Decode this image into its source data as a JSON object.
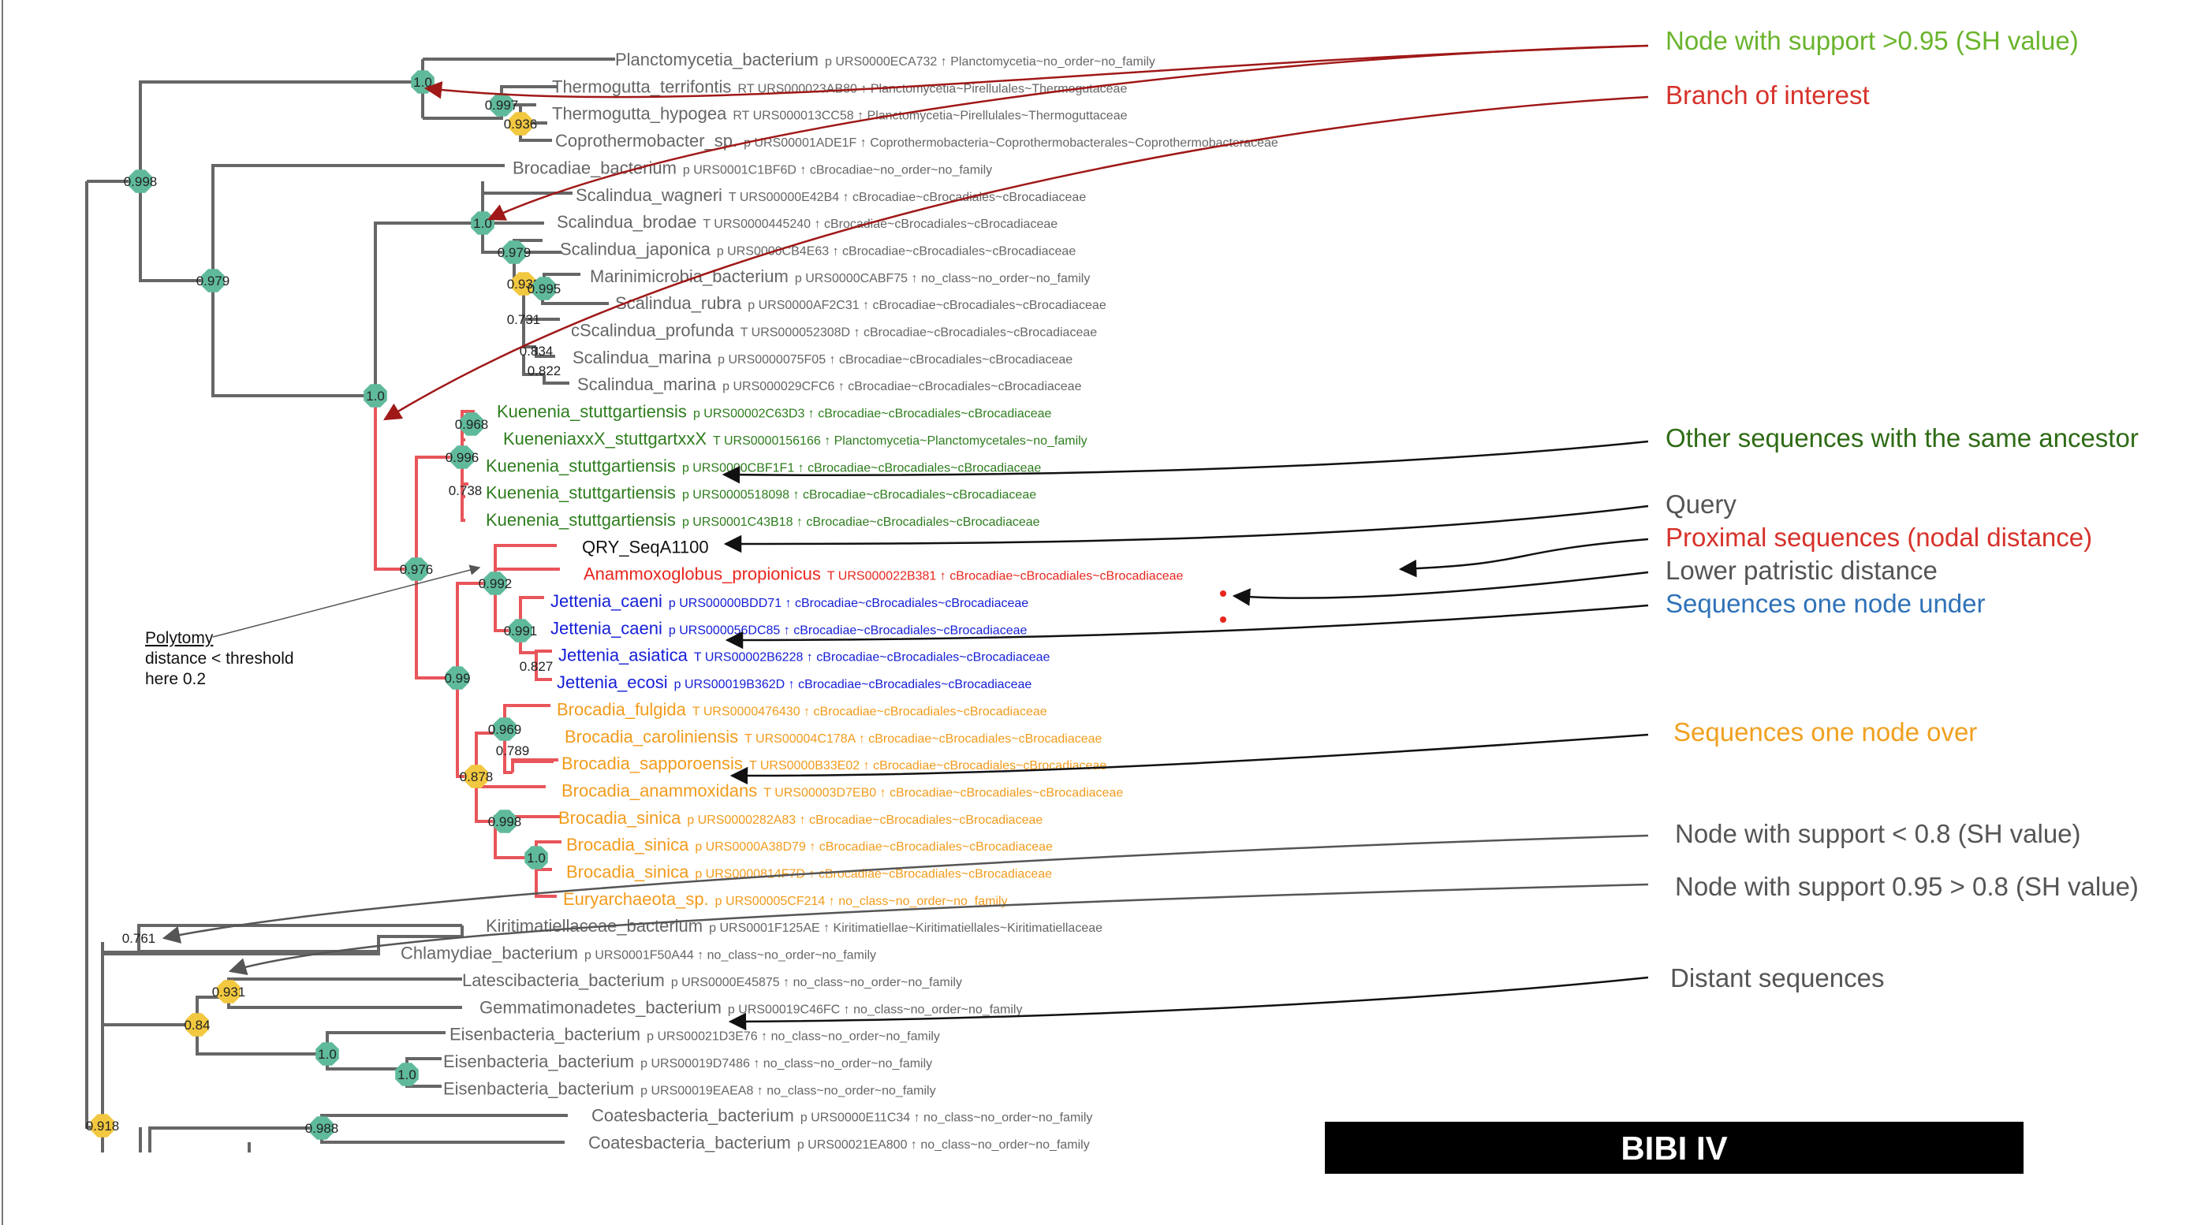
{
  "title": "BIBI IV",
  "colors": {
    "gray": "#666666",
    "black": "#111111",
    "green": "#2e7d1e",
    "red": "#e8261e",
    "blue": "#1620d6",
    "orange": "#f29b1c",
    "node_green": "#5fba9b",
    "node_yellow": "#f2c840",
    "branch_red": "#e8555a",
    "ann_green": "#6ab42d",
    "ann_red": "#d6322b",
    "ann_darkgreen": "#2e6b15",
    "ann_gray": "#555555",
    "ann_blue": "#2f72b8",
    "ann_orange": "#f0a020"
  },
  "taxa": [
    {
      "name": "Planctomycetia_bacterium",
      "prefix": "p",
      "id": "URS0000ECA732",
      "lineage": "Planctomycetia~no_order~no_family",
      "group": "other"
    },
    {
      "name": "Thermogutta_terrifontis",
      "prefix": "RT",
      "id": "URS000023AB80",
      "lineage": "Planctomycetia~Pirellulales~Thermogutaceae",
      "group": "other"
    },
    {
      "name": "Thermogutta_hypogea",
      "prefix": "RT",
      "id": "URS000013CC58",
      "lineage": "Planctomycetia~Pirellulales~Thermoguttaceae",
      "group": "other"
    },
    {
      "name": "Coprothermobacter_sp.",
      "prefix": "p",
      "id": "URS00001ADE1F",
      "lineage": "Coprothermobacteria~Coprothermobacterales~Coprothermobacteraceae",
      "group": "other"
    },
    {
      "name": "Brocadiae_bacterium",
      "prefix": "p",
      "id": "URS0001C1BF6D",
      "lineage": "cBrocadiae~no_order~no_family",
      "group": "other"
    },
    {
      "name": "Scalindua_wagneri",
      "prefix": "T",
      "id": "URS00000E42B4",
      "lineage": "cBrocadiae~cBrocadiales~cBrocadiaceae",
      "group": "other"
    },
    {
      "name": "Scalindua_brodae",
      "prefix": "T",
      "id": "URS0000445240",
      "lineage": "cBrocadiae~cBrocadiales~cBrocadiaceae",
      "group": "other"
    },
    {
      "name": "Scalindua_japonica",
      "prefix": "p",
      "id": "URS0000CB4E63",
      "lineage": "cBrocadiae~cBrocadiales~cBrocadiaceae",
      "group": "other"
    },
    {
      "name": "Marinimicrobia_bacterium",
      "prefix": "p",
      "id": "URS0000CABF75",
      "lineage": "no_class~no_order~no_family",
      "group": "other"
    },
    {
      "name": "Scalindua_rubra",
      "prefix": "p",
      "id": "URS0000AF2C31",
      "lineage": "cBrocadiae~cBrocadiales~cBrocadiaceae",
      "group": "other"
    },
    {
      "name": "cScalindua_profunda",
      "prefix": "T",
      "id": "URS000052308D",
      "lineage": "cBrocadiae~cBrocadiales~cBrocadiaceae",
      "group": "other"
    },
    {
      "name": "Scalindua_marina",
      "prefix": "p",
      "id": "URS0000075F05",
      "lineage": "cBrocadiae~cBrocadiales~cBrocadiaceae",
      "group": "other"
    },
    {
      "name": "Scalindua_marina",
      "prefix": "p",
      "id": "URS000029CFC6",
      "lineage": "cBrocadiae~cBrocadiales~cBrocadiaceae",
      "group": "other"
    },
    {
      "name": "Kuenenia_stuttgartiensis",
      "prefix": "p",
      "id": "URS00002C63D3",
      "lineage": "cBrocadiae~cBrocadiales~cBrocadiaceae",
      "group": "ancestor"
    },
    {
      "name": "KueneniaxxX_stuttgartxxX",
      "prefix": "T",
      "id": "URS0000156166",
      "lineage": "Planctomycetia~Planctomycetales~no_family",
      "group": "ancestor"
    },
    {
      "name": "Kuenenia_stuttgartiensis",
      "prefix": "p",
      "id": "URS0000CBF1F1",
      "lineage": "cBrocadiae~cBrocadiales~cBrocadiaceae",
      "group": "ancestor"
    },
    {
      "name": "Kuenenia_stuttgartiensis",
      "prefix": "p",
      "id": "URS0000518098",
      "lineage": "cBrocadiae~cBrocadiales~cBrocadiaceae",
      "group": "ancestor"
    },
    {
      "name": "Kuenenia_stuttgartiensis",
      "prefix": "p",
      "id": "URS0001C43B18",
      "lineage": "cBrocadiae~cBrocadiales~cBrocadiaceae",
      "group": "ancestor"
    },
    {
      "name": "QRY_SeqA1100",
      "prefix": "",
      "id": "",
      "lineage": "",
      "group": "query"
    },
    {
      "name": "Anammoxoglobus_propionicus",
      "prefix": "T",
      "id": "URS000022B381",
      "lineage": "cBrocadiae~cBrocadiales~cBrocadiaceae",
      "group": "proximal"
    },
    {
      "name": "Jettenia_caeni",
      "prefix": "p",
      "id": "URS00000BDD71",
      "lineage": "cBrocadiae~cBrocadiales~cBrocadiaceae",
      "group": "under"
    },
    {
      "name": "Jettenia_caeni",
      "prefix": "p",
      "id": "URS000056DC85",
      "lineage": "cBrocadiae~cBrocadiales~cBrocadiaceae",
      "group": "under"
    },
    {
      "name": "Jettenia_asiatica",
      "prefix": "T",
      "id": "URS00002B6228",
      "lineage": "cBrocadiae~cBrocadiales~cBrocadiaceae",
      "group": "under"
    },
    {
      "name": "Jettenia_ecosi",
      "prefix": "p",
      "id": "URS00019B362D",
      "lineage": "cBrocadiae~cBrocadiales~cBrocadiaceae",
      "group": "under"
    },
    {
      "name": "Brocadia_fulgida",
      "prefix": "T",
      "id": "URS0000476430",
      "lineage": "cBrocadiae~cBrocadiales~cBrocadiaceae",
      "group": "over"
    },
    {
      "name": "Brocadia_caroliniensis",
      "prefix": "T",
      "id": "URS00004C178A",
      "lineage": "cBrocadiae~cBrocadiales~cBrocadiaceae",
      "group": "over"
    },
    {
      "name": "Brocadia_sapporoensis",
      "prefix": "T",
      "id": "URS0000B33E02",
      "lineage": "cBrocadiae~cBrocadiales~cBrocadiaceae",
      "group": "over"
    },
    {
      "name": "Brocadia_anammoxidans",
      "prefix": "T",
      "id": "URS00003D7EB0",
      "lineage": "cBrocadiae~cBrocadiales~cBrocadiaceae",
      "group": "over"
    },
    {
      "name": "Brocadia_sinica",
      "prefix": "p",
      "id": "URS0000282A83",
      "lineage": "cBrocadiae~cBrocadiales~cBrocadiaceae",
      "group": "over"
    },
    {
      "name": "Brocadia_sinica",
      "prefix": "p",
      "id": "URS0000A38D79",
      "lineage": "cBrocadiae~cBrocadiales~cBrocadiaceae",
      "group": "over"
    },
    {
      "name": "Brocadia_sinica",
      "prefix": "p",
      "id": "URS0000814F7D",
      "lineage": "cBrocadiae~cBrocadiales~cBrocadiaceae",
      "group": "over"
    },
    {
      "name": "Euryarchaeota_sp.",
      "prefix": "p",
      "id": "URS00005CF214",
      "lineage": "no_class~no_order~no_family",
      "group": "over"
    },
    {
      "name": "Kiritimatiellaceae_bacterium",
      "prefix": "p",
      "id": "URS0001F125AE",
      "lineage": "Kiritimatiellae~Kiritimatiellales~Kiritimatiellaceae",
      "group": "other"
    },
    {
      "name": "Chlamydiae_bacterium",
      "prefix": "p",
      "id": "URS0001F50A44",
      "lineage": "no_class~no_order~no_family",
      "group": "other"
    },
    {
      "name": "Latescibacteria_bacterium",
      "prefix": "p",
      "id": "URS0000E45875",
      "lineage": "no_class~no_order~no_family",
      "group": "other"
    },
    {
      "name": "Gemmatimonadetes_bacterium",
      "prefix": "p",
      "id": "URS00019C46FC",
      "lineage": "no_class~no_order~no_family",
      "group": "other"
    },
    {
      "name": "Eisenbacteria_bacterium",
      "prefix": "p",
      "id": "URS00021D3E76",
      "lineage": "no_class~no_order~no_family",
      "group": "other"
    },
    {
      "name": "Eisenbacteria_bacterium",
      "prefix": "p",
      "id": "URS00019D7486",
      "lineage": "no_class~no_order~no_family",
      "group": "other"
    },
    {
      "name": "Eisenbacteria_bacterium",
      "prefix": "p",
      "id": "URS00019EAEA8",
      "lineage": "no_class~no_order~no_family",
      "group": "other"
    },
    {
      "name": "Coatesbacteria_bacterium",
      "prefix": "p",
      "id": "URS0000E11C34",
      "lineage": "no_class~no_order~no_family",
      "group": "other"
    },
    {
      "name": "Coatesbacteria_bacterium",
      "prefix": "p",
      "id": "URS00021EA800",
      "lineage": "no_class~no_order~no_family",
      "group": "other"
    }
  ],
  "node_values": [
    {
      "v": "1.0",
      "c": "green"
    },
    {
      "v": "0.997",
      "c": "green"
    },
    {
      "v": "0.936",
      "c": "yellow"
    },
    {
      "v": "0.998",
      "c": "green"
    },
    {
      "v": "0.979",
      "c": "green"
    },
    {
      "v": "1.0",
      "c": "green"
    },
    {
      "v": "0.979",
      "c": "green"
    },
    {
      "v": "0.932",
      "c": "yellow"
    },
    {
      "v": "0.995",
      "c": "green"
    },
    {
      "v": "0.731",
      "c": "none"
    },
    {
      "v": "0.834",
      "c": "none"
    },
    {
      "v": "0.822",
      "c": "none"
    },
    {
      "v": "1.0",
      "c": "green"
    },
    {
      "v": "0.968",
      "c": "green"
    },
    {
      "v": "0.996",
      "c": "green"
    },
    {
      "v": "0.738",
      "c": "none"
    },
    {
      "v": "0.976",
      "c": "green"
    },
    {
      "v": "0.992",
      "c": "green"
    },
    {
      "v": "0.991",
      "c": "green"
    },
    {
      "v": "0.827",
      "c": "none"
    },
    {
      "v": "0.99",
      "c": "green"
    },
    {
      "v": "0.969",
      "c": "green"
    },
    {
      "v": "0.789",
      "c": "none"
    },
    {
      "v": "0.878",
      "c": "yellow"
    },
    {
      "v": "0.998",
      "c": "green"
    },
    {
      "v": "1.0",
      "c": "green"
    },
    {
      "v": "0.761",
      "c": "none"
    },
    {
      "v": "0.931",
      "c": "yellow"
    },
    {
      "v": "0.84",
      "c": "yellow"
    },
    {
      "v": "1.0",
      "c": "green"
    },
    {
      "v": "1.0",
      "c": "green"
    },
    {
      "v": "0.918",
      "c": "yellow"
    },
    {
      "v": "0.988",
      "c": "green"
    }
  ],
  "annotations": {
    "support_high": "Node with support >0.95 (SH value)",
    "branch_interest": "Branch of interest",
    "same_ancestor": "Other sequences with the same ancestor",
    "query": "Query",
    "proximal": "Proximal sequences (nodal distance)",
    "patristic": "Lower patristic distance",
    "one_under": "Sequences one node under",
    "one_over": "Sequences one node over",
    "support_low": "Node with support < 0.8 (SH value)",
    "support_mid": "Node with support 0.95 > 0.8 (SH value)",
    "distant": "Distant sequences",
    "polytomy_title": "Polytomy",
    "polytomy_line1": "distance < threshold",
    "polytomy_line2": "here 0.2"
  }
}
